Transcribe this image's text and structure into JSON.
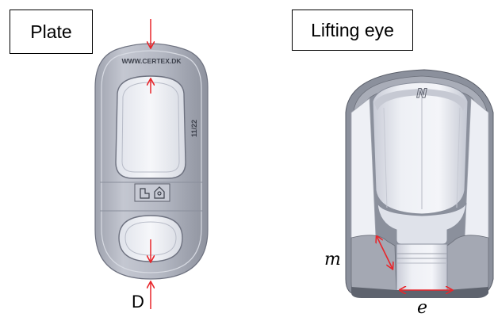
{
  "plate": {
    "title": "Plate",
    "engraving_url": "WWW.CERTEX.DK",
    "engraving_code": "11/22"
  },
  "lifting_eye": {
    "title": "Lifting eye",
    "top_mark": "N"
  },
  "dimensions": {
    "plate_label": "D",
    "eye_wall_label": "m",
    "eye_bore_label": "e"
  },
  "colors": {
    "arrow": "#e8262b",
    "steel_light": "#eceef4",
    "steel_mid": "#bfc3cf",
    "steel_dark": "#8a8f9c",
    "outline": "#000000"
  }
}
